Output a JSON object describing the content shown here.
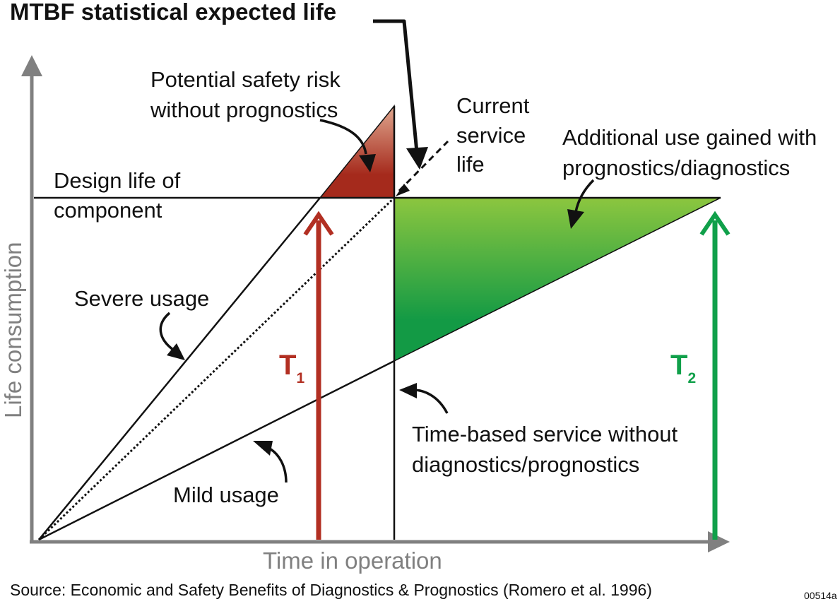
{
  "title": "MTBF statistical expected life",
  "axes": {
    "y_label": "Life consumption",
    "x_label": "Time in operation"
  },
  "labels": {
    "safety_risk": [
      "Potential safety risk",
      "without prognostics"
    ],
    "current_service": [
      "Current",
      "service",
      "life"
    ],
    "additional_use": [
      "Additional use gained with",
      "prognostics/diagnostics"
    ],
    "design_life": [
      "Design life of",
      "component"
    ],
    "severe_usage": "Severe usage",
    "mild_usage": "Mild usage",
    "time_based": [
      "Time-based service without",
      "diagnostics/prognostics"
    ]
  },
  "markers": {
    "t1": {
      "letter": "T",
      "sub": "1"
    },
    "t2": {
      "letter": "T",
      "sub": "2"
    }
  },
  "source": "Source: Economic and Safety Benefits of Diagnostics & Prognostics (Romero et al. 1996)",
  "figure_code": "00514a",
  "colors": {
    "axis": "#808080",
    "safety_risk_dark": "#a52a1c",
    "safety_risk_light": "#e0a78f",
    "gain_dark": "#139a45",
    "gain_light": "#8cc63f",
    "t1_arrow": "#b22f22",
    "t2_arrow": "#10a04a"
  }
}
